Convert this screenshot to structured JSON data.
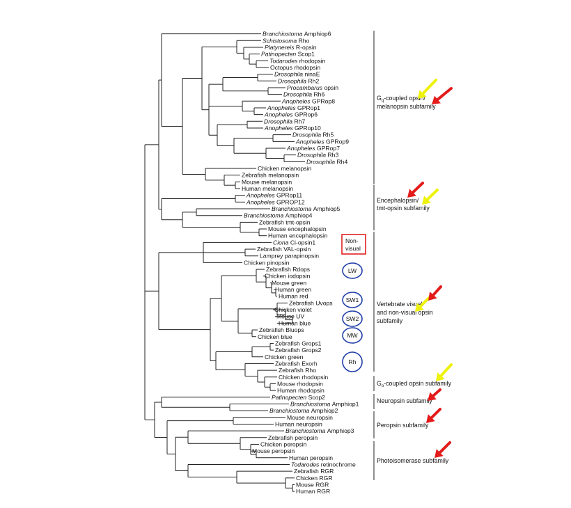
{
  "colors": {
    "line": "#222222",
    "red_box": "#e02020",
    "blue_circle": "#1f3ea8",
    "arrow_red": "#e31b1b",
    "arrow_yellow": "#eef20a"
  },
  "taxa": [
    {
      "g": "Branchiostoma",
      "s": "Amphiop6"
    },
    {
      "g": "Schistosoma",
      "s": "Rho"
    },
    {
      "g": "Platynereis",
      "s": "R-opsin"
    },
    {
      "g": "Patinopecten",
      "s": "Scop1"
    },
    {
      "g": "Todarodes",
      "s": "rhodopsin"
    },
    {
      "g": "",
      "s": "Octopus rhodopsin"
    },
    {
      "g": "Drosophila",
      "s": "ninaE"
    },
    {
      "g": "Drosophila",
      "s": "Rh2"
    },
    {
      "g": "Procambarus",
      "s": "opsin"
    },
    {
      "g": "Drosophila",
      "s": "Rh6"
    },
    {
      "g": "Anopheles",
      "s": "GPRop8"
    },
    {
      "g": "Anopheles",
      "s": "GPRop1"
    },
    {
      "g": "Anopheles",
      "s": "GPRop6"
    },
    {
      "g": "Drosophila",
      "s": "Rh7"
    },
    {
      "g": "Anopheles",
      "s": "GPRop10"
    },
    {
      "g": "Drosophila",
      "s": "Rh5"
    },
    {
      "g": "Anopheles",
      "s": "GPRop9"
    },
    {
      "g": "Anopheles",
      "s": "GPRop7"
    },
    {
      "g": "Drosophila",
      "s": "Rh3"
    },
    {
      "g": "Drosophila",
      "s": "Rh4"
    },
    {
      "g": "",
      "s": "Chicken melanopsin"
    },
    {
      "g": "",
      "s": "Zebrafish melanopsin"
    },
    {
      "g": "",
      "s": "Mouse melanopsin"
    },
    {
      "g": "",
      "s": "Human melanopsin"
    },
    {
      "g": "Anopheles",
      "s": "GPRop11"
    },
    {
      "g": "Anopheles",
      "s": "GPROP12"
    },
    {
      "g": "Branchiostoma",
      "s": "Amphiop5"
    },
    {
      "g": "Branchiostoma",
      "s": "Amphiop4"
    },
    {
      "g": "",
      "s": "Zebrafish tmt-opsin"
    },
    {
      "g": "",
      "s": "Mouse encephalopsin"
    },
    {
      "g": "",
      "s": "Human encephalopsin"
    },
    {
      "g": "Ciona",
      "s": "Ci-opsin1"
    },
    {
      "g": "",
      "s": "Zebrafish VAL-opsin"
    },
    {
      "g": "",
      "s": "Lamprey parapinopsin"
    },
    {
      "g": "",
      "s": "Chicken pinopsin"
    },
    {
      "g": "",
      "s": "Zebrafish Rdops"
    },
    {
      "g": "",
      "s": "Chicken iodopsin"
    },
    {
      "g": "",
      "s": "Mouse green"
    },
    {
      "g": "",
      "s": "Human green"
    },
    {
      "g": "",
      "s": "Human red"
    },
    {
      "g": "",
      "s": "Zebrafish Uvops"
    },
    {
      "g": "",
      "s": "Chicken violet"
    },
    {
      "g": "",
      "s": "Mouse UV"
    },
    {
      "g": "",
      "s": "Human blue"
    },
    {
      "g": "",
      "s": "Zebrafish Bluops"
    },
    {
      "g": "",
      "s": "Chicken blue"
    },
    {
      "g": "",
      "s": "Zebrafish Grops1"
    },
    {
      "g": "",
      "s": "Zebrafish Grops2"
    },
    {
      "g": "",
      "s": "Chicken green"
    },
    {
      "g": "",
      "s": "Zebrafish Exorh"
    },
    {
      "g": "",
      "s": "Zebrafish Rho"
    },
    {
      "g": "",
      "s": "Chicken rhodopsin"
    },
    {
      "g": "",
      "s": "Mouse rhodopsin"
    },
    {
      "g": "",
      "s": "Human rhodopsin"
    },
    {
      "g": "Patinopecten",
      "s": "Scop2"
    },
    {
      "g": "Branchiostoma",
      "s": "Amphiop1"
    },
    {
      "g": "Branchiostoma",
      "s": "Amphiop2"
    },
    {
      "g": "",
      "s": "Mouse neuropsin"
    },
    {
      "g": "",
      "s": "Human neuropsin"
    },
    {
      "g": "Branchiostoma",
      "s": "Amphiop3"
    },
    {
      "g": "",
      "s": "Zebrafish peropsin"
    },
    {
      "g": "",
      "s": "Chicken peropsin"
    },
    {
      "g": "",
      "s": "Mouse peropsin"
    },
    {
      "g": "",
      "s": "Human peropsin"
    },
    {
      "g": "Todarodes",
      "s": "retinochrome"
    },
    {
      "g": "",
      "s": "Zebrafish RGR"
    },
    {
      "g": "",
      "s": "Chicken RGR"
    },
    {
      "g": "",
      "s": "Mouse RGR"
    },
    {
      "g": "",
      "s": "Human RGR"
    }
  ],
  "groups": [
    {
      "lines": [
        "Gq-coupled opsin/",
        "melanopsin subfamily"
      ],
      "sub_q": true
    },
    {
      "lines": [
        "Encephalopsin/",
        "tmt-opsin subfamily"
      ]
    },
    {
      "lines": [
        "Vertebrate visual",
        "and non-visual opsin",
        "subfamily"
      ]
    },
    {
      "lines": [
        "Go-coupled opsin subfamily"
      ],
      "sub_o": true
    },
    {
      "lines": [
        "Neuropsin subfamily"
      ]
    },
    {
      "lines": [
        "Peropsin subfamily"
      ]
    },
    {
      "lines": [
        "Photoisomerase subfamily"
      ]
    }
  ],
  "badges": {
    "nonvisual": [
      "Non-",
      "visual"
    ],
    "circles": [
      "LW",
      "SW1",
      "SW2",
      "MW",
      "Rh"
    ]
  },
  "arrows": [
    {
      "color": "yellow",
      "group": 0
    },
    {
      "color": "red",
      "group": 0
    },
    {
      "color": "red",
      "group": 1
    },
    {
      "color": "yellow",
      "group": 1
    },
    {
      "color": "yellow",
      "group": 2
    },
    {
      "color": "red",
      "group": 2
    },
    {
      "color": "yellow",
      "group": 3
    },
    {
      "color": "red",
      "group": 4
    },
    {
      "color": "red",
      "group": 5
    },
    {
      "color": "red",
      "group": 6
    }
  ]
}
